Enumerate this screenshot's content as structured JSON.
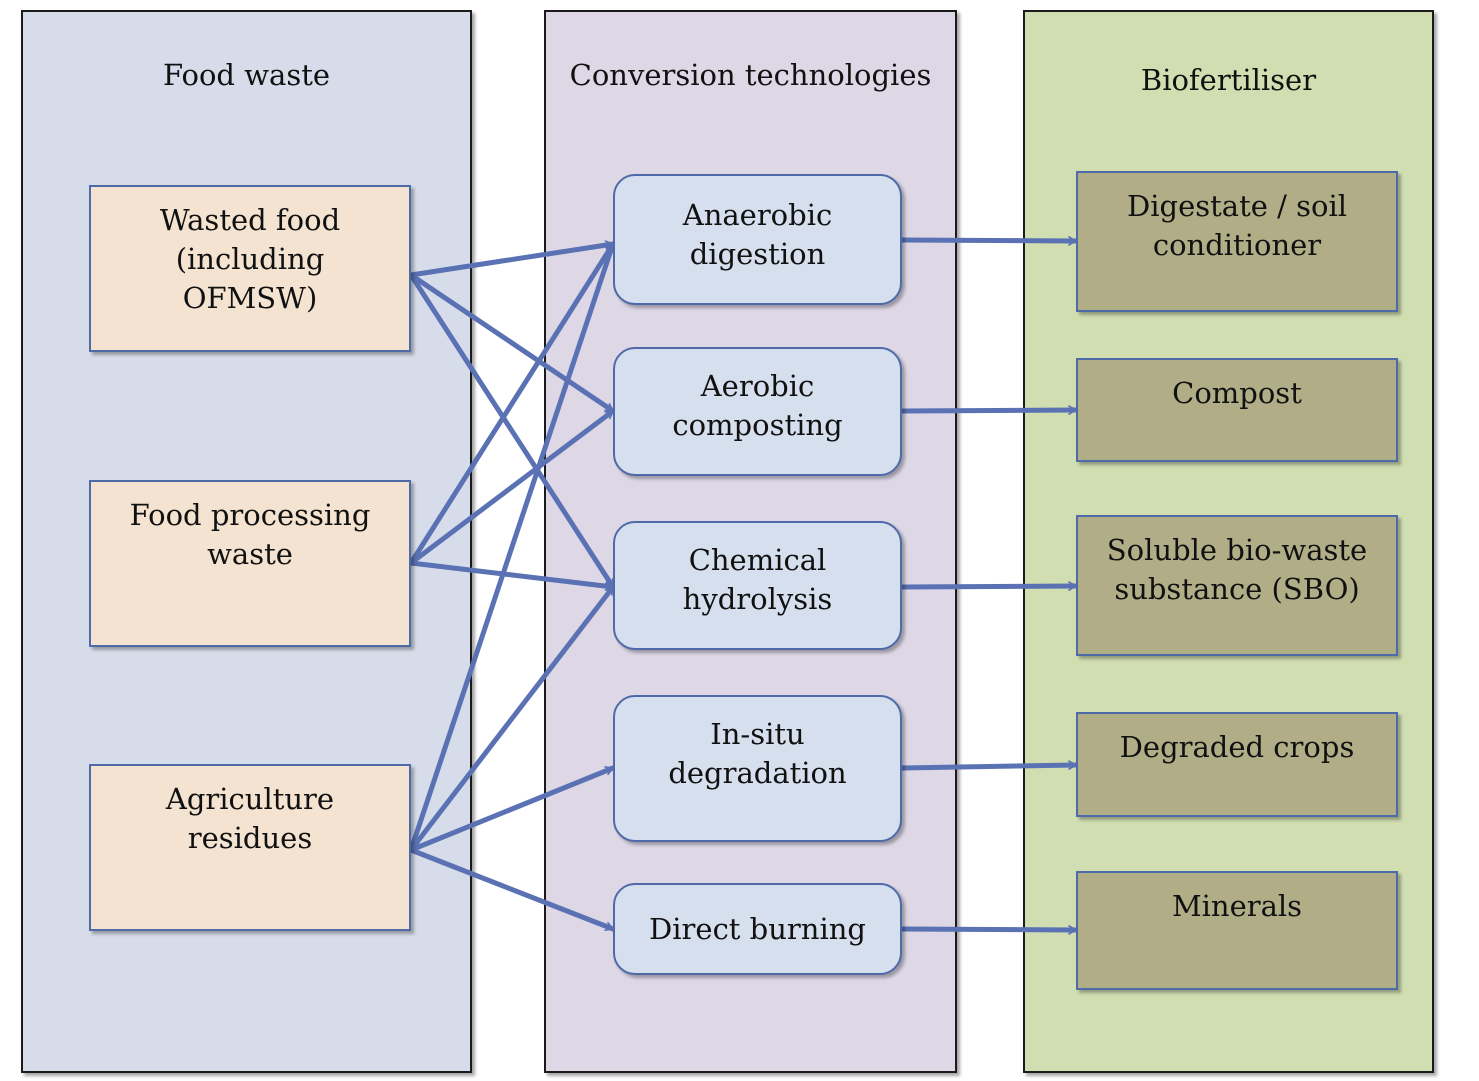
{
  "columns": {
    "food_waste": {
      "title": "Food waste",
      "color": "#d6dce9"
    },
    "conversion": {
      "title": "Conversion technologies",
      "color": "#ddd7e6"
    },
    "biofertiliser": {
      "title": "Biofertiliser",
      "color": "#d1deb1"
    }
  },
  "sources": [
    {
      "id": "wasted",
      "label": "Wasted food\n(including\nOFMSW)"
    },
    {
      "id": "processing",
      "label": "Food processing\nwaste"
    },
    {
      "id": "agri",
      "label": "Agriculture\nresidues"
    }
  ],
  "technologies": [
    {
      "id": "ad",
      "label": "Anaerobic\ndigestion"
    },
    {
      "id": "aero",
      "label": "Aerobic\ncomposting"
    },
    {
      "id": "chem",
      "label": "Chemical\nhydrolysis"
    },
    {
      "id": "insitu",
      "label": "In-situ\ndegradation"
    },
    {
      "id": "burn",
      "label": "Direct burning"
    }
  ],
  "outputs": [
    {
      "id": "digestate",
      "label": "Digestate / soil\nconditioner"
    },
    {
      "id": "compost",
      "label": "Compost"
    },
    {
      "id": "sbo",
      "label": "Soluble bio-waste\nsubstance (SBO)"
    },
    {
      "id": "degraded",
      "label": "Degraded crops"
    },
    {
      "id": "minerals",
      "label": "Minerals"
    }
  ],
  "links": [
    [
      "wasted",
      "ad"
    ],
    [
      "wasted",
      "aero"
    ],
    [
      "wasted",
      "chem"
    ],
    [
      "processing",
      "ad"
    ],
    [
      "processing",
      "aero"
    ],
    [
      "processing",
      "chem"
    ],
    [
      "agri",
      "ad"
    ],
    [
      "agri",
      "chem"
    ],
    [
      "agri",
      "insitu"
    ],
    [
      "agri",
      "burn"
    ],
    [
      "ad",
      "digestate"
    ],
    [
      "aero",
      "compost"
    ],
    [
      "chem",
      "sbo"
    ],
    [
      "insitu",
      "degraded"
    ],
    [
      "burn",
      "minerals"
    ]
  ],
  "colors": {
    "arrow": "#5a72b4",
    "node_border": "#4f6aa8"
  }
}
